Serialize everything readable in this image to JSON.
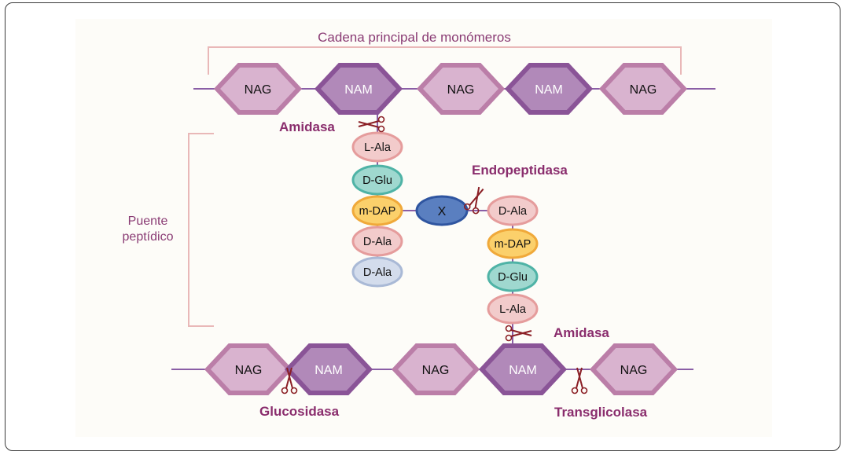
{
  "title": "Cadena principal de monómeros",
  "bridge_label_line1": "Puente",
  "bridge_label_line2": "peptídico",
  "colors": {
    "nag_fill": "#d9b3cf",
    "nag_stroke": "#bb7ea8",
    "nam_fill": "#b189b9",
    "nam_stroke": "#8a5497",
    "line": "#8a5ea6",
    "bracket": "#e9b8b8",
    "enzyme_text": "#8a2d6d",
    "label_text": "#8a3b74",
    "scissors": "#8b1f25"
  },
  "top_chain": [
    {
      "type": "NAG"
    },
    {
      "type": "NAM"
    },
    {
      "type": "NAG"
    },
    {
      "type": "NAM"
    },
    {
      "type": "NAG"
    }
  ],
  "bottom_chain": [
    {
      "type": "NAG"
    },
    {
      "type": "NAM"
    },
    {
      "type": "NAG"
    },
    {
      "type": "NAM"
    },
    {
      "type": "NAG"
    }
  ],
  "left_peptide": [
    {
      "name": "L-Ala",
      "kind": "lala"
    },
    {
      "name": "D-Glu",
      "kind": "dglu"
    },
    {
      "name": "m-DAP",
      "kind": "mdap"
    },
    {
      "name": "D-Ala",
      "kind": "dala"
    },
    {
      "name": "D-Ala",
      "kind": "dala2"
    }
  ],
  "right_peptide": [
    {
      "name": "D-Ala",
      "kind": "dala"
    },
    {
      "name": "m-DAP",
      "kind": "mdap"
    },
    {
      "name": "D-Glu",
      "kind": "dglu"
    },
    {
      "name": "L-Ala",
      "kind": "lala"
    }
  ],
  "crosslink": {
    "name": "X"
  },
  "residue_colors": {
    "lala": {
      "fill": "#f2cbcb",
      "stroke": "#e59c9c"
    },
    "dala": {
      "fill": "#f2cbcb",
      "stroke": "#e59c9c"
    },
    "dglu": {
      "fill": "#9fd8cf",
      "stroke": "#4fb3a6"
    },
    "mdap": {
      "fill": "#fbd06b",
      "stroke": "#f0a93a"
    },
    "dala2": {
      "fill": "#d3dcec",
      "stroke": "#a9b9d6"
    },
    "x": {
      "fill": "#5a7fc0",
      "stroke": "#2f55a0"
    }
  },
  "enzymes": {
    "amidasa_top": "Amidasa",
    "endopeptidasa": "Endopeptidasa",
    "amidasa_bottom": "Amidasa",
    "glucosidasa": "Glucosidasa",
    "transglicolasa": "Transglicolasa"
  }
}
